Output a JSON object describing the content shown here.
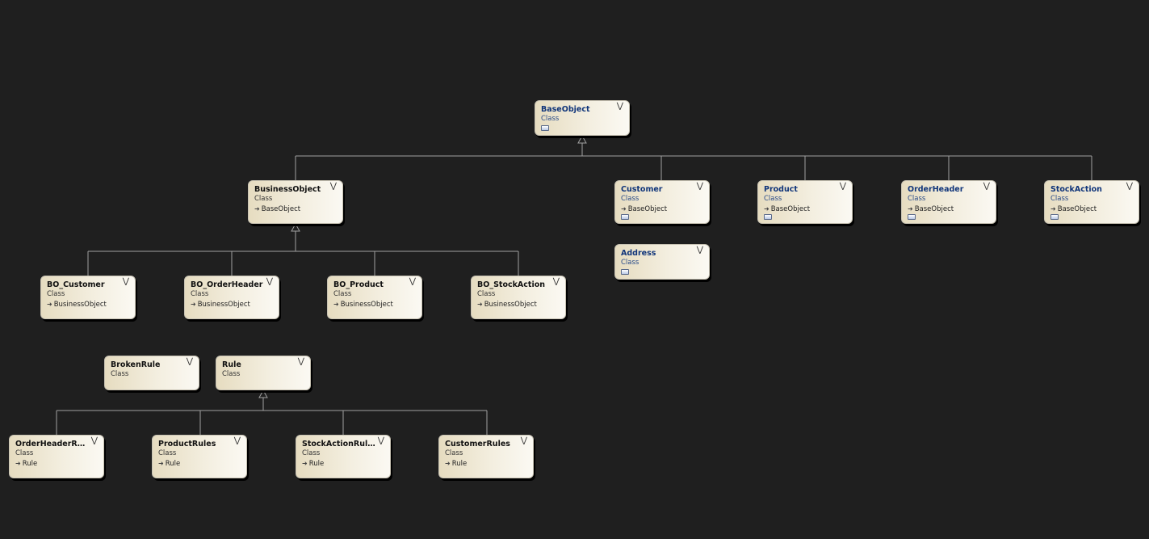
{
  "diagram": {
    "classes": [
      {
        "id": "baseobject",
        "name": "BaseObject",
        "kind": "Class",
        "base": "",
        "blue": true,
        "mini": true
      },
      {
        "id": "businessobject",
        "name": "BusinessObject",
        "kind": "Class",
        "base": "BaseObject",
        "blue": false,
        "mini": false
      },
      {
        "id": "customer",
        "name": "Customer",
        "kind": "Class",
        "base": "BaseObject",
        "blue": true,
        "mini": true
      },
      {
        "id": "product",
        "name": "Product",
        "kind": "Class",
        "base": "BaseObject",
        "blue": true,
        "mini": true
      },
      {
        "id": "orderheader",
        "name": "OrderHeader",
        "kind": "Class",
        "base": "BaseObject",
        "blue": true,
        "mini": true
      },
      {
        "id": "stockaction",
        "name": "StockAction",
        "kind": "Class",
        "base": "BaseObject",
        "blue": true,
        "mini": true
      },
      {
        "id": "address",
        "name": "Address",
        "kind": "Class",
        "base": "",
        "blue": true,
        "mini": true
      },
      {
        "id": "bo_customer",
        "name": "BO_Customer",
        "kind": "Class",
        "base": "BusinessObject",
        "blue": false,
        "mini": false
      },
      {
        "id": "bo_orderheader",
        "name": "BO_OrderHeader",
        "kind": "Class",
        "base": "BusinessObject",
        "blue": false,
        "mini": false
      },
      {
        "id": "bo_product",
        "name": "BO_Product",
        "kind": "Class",
        "base": "BusinessObject",
        "blue": false,
        "mini": false
      },
      {
        "id": "bo_stockaction",
        "name": "BO_StockAction",
        "kind": "Class",
        "base": "BusinessObject",
        "blue": false,
        "mini": false
      },
      {
        "id": "brokenrule",
        "name": "BrokenRule",
        "kind": "Class",
        "base": "",
        "blue": false,
        "mini": false
      },
      {
        "id": "rule",
        "name": "Rule",
        "kind": "Class",
        "base": "",
        "blue": false,
        "mini": false
      },
      {
        "id": "orderheaderrules",
        "name": "OrderHeaderRul...",
        "kind": "Class",
        "base": "Rule",
        "blue": false,
        "mini": false
      },
      {
        "id": "productrules",
        "name": "ProductRules",
        "kind": "Class",
        "base": "Rule",
        "blue": false,
        "mini": false
      },
      {
        "id": "stockactionrules",
        "name": "StockActionRules",
        "kind": "Class",
        "base": "Rule",
        "blue": false,
        "mini": false
      },
      {
        "id": "customerrules",
        "name": "CustomerRules",
        "kind": "Class",
        "base": "Rule",
        "blue": false,
        "mini": false
      }
    ],
    "colors": {
      "background": "#1f1f1f",
      "connector": "#a0a0a0",
      "blue_text": "#10357a"
    }
  }
}
